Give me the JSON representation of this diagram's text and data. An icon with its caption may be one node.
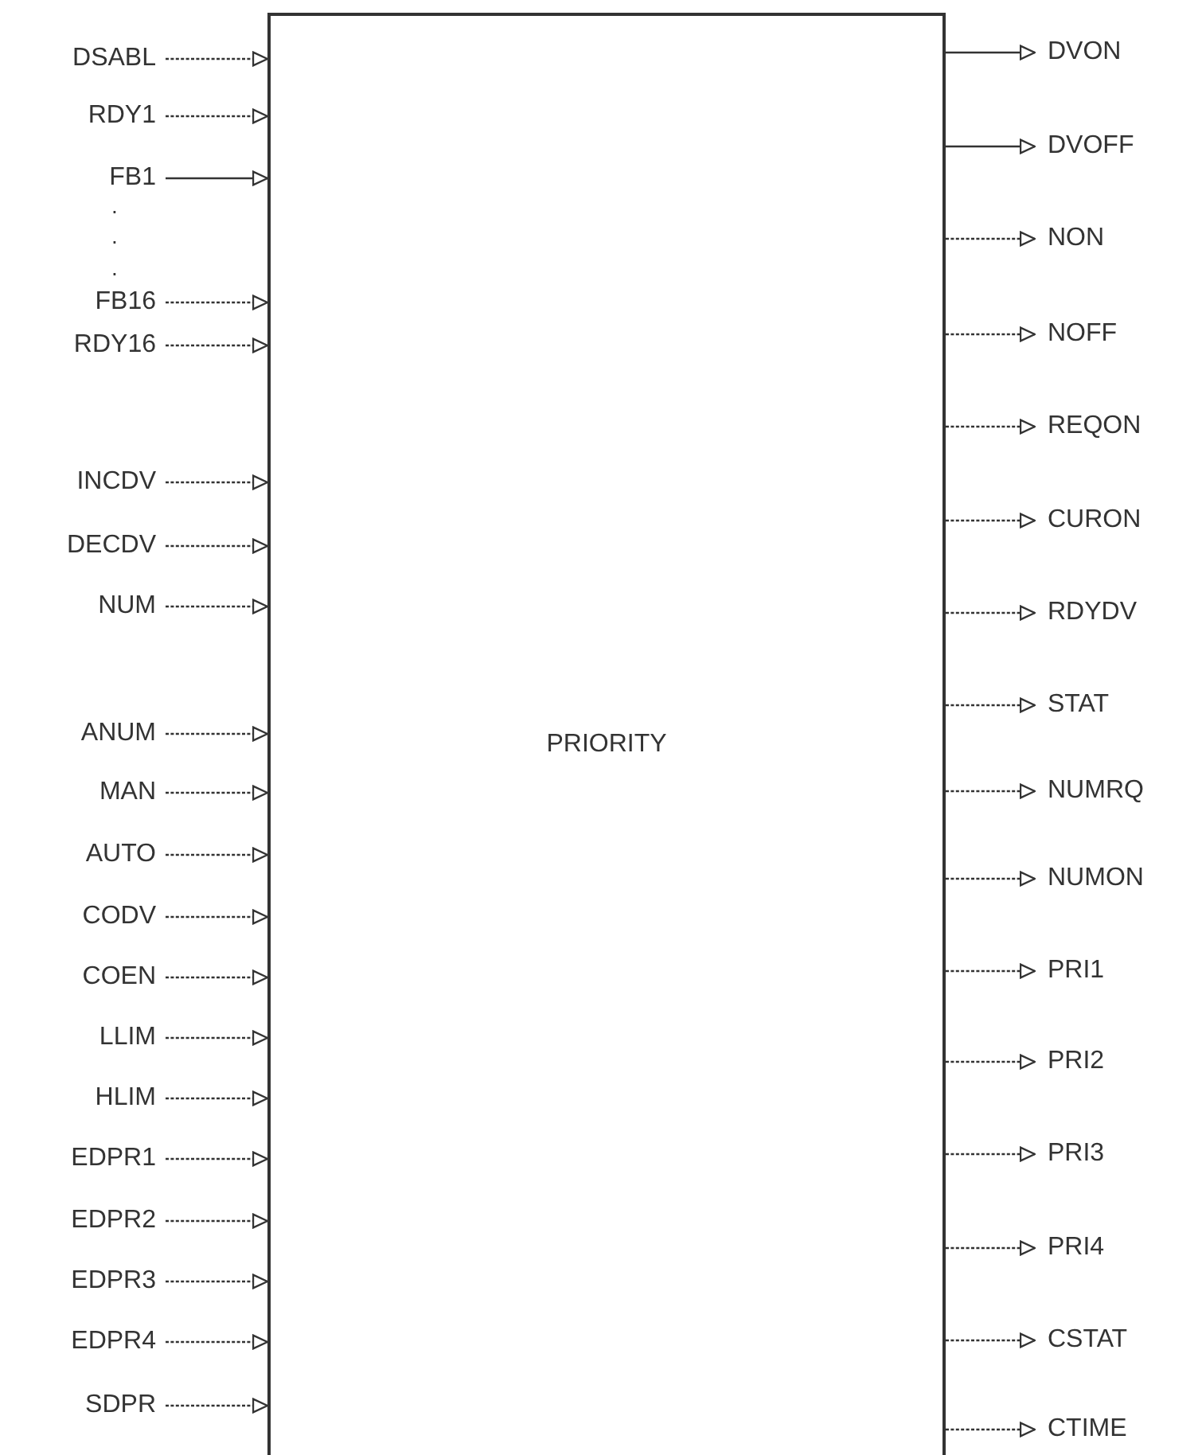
{
  "diagram": {
    "nodes": [
      {
        "text": [
          "PRIORITY"
        ]
      },
      {
        "text": [
          "DSABL"
        ]
      },
      {
        "text": [
          "RDY1"
        ]
      },
      {
        "text": [
          "FB1"
        ]
      },
      {
        "text": [
          "FB16"
        ]
      },
      {
        "text": [
          "RDY16"
        ]
      },
      {
        "text": [
          "INCDV"
        ]
      },
      {
        "text": [
          "DECDV"
        ]
      },
      {
        "text": [
          "NUM"
        ]
      },
      {
        "text": [
          "ANUM"
        ]
      },
      {
        "text": [
          "MAN"
        ]
      },
      {
        "text": [
          "AUTO"
        ]
      },
      {
        "text": [
          "CODV"
        ]
      },
      {
        "text": [
          "COEN"
        ]
      },
      {
        "text": [
          "LLIM"
        ]
      },
      {
        "text": [
          "HLIM"
        ]
      },
      {
        "text": [
          "EDPR1"
        ]
      },
      {
        "text": [
          "EDPR2"
        ]
      },
      {
        "text": [
          "EDPR3"
        ]
      },
      {
        "text": [
          "EDPR4"
        ]
      },
      {
        "text": [
          "SDPR"
        ]
      },
      {
        "text": [
          "DVON"
        ]
      },
      {
        "text": [
          "DVOFF"
        ]
      },
      {
        "text": [
          "NON"
        ]
      },
      {
        "text": [
          "NOFF"
        ]
      },
      {
        "text": [
          "REQON"
        ]
      },
      {
        "text": [
          "CURON"
        ]
      },
      {
        "text": [
          "RDYDV"
        ]
      },
      {
        "text": [
          "STAT"
        ]
      },
      {
        "text": [
          "NUMRQ"
        ]
      },
      {
        "text": [
          "NUMON"
        ]
      },
      {
        "text": [
          "PRI1"
        ]
      },
      {
        "text": [
          "PRI2"
        ]
      },
      {
        "text": [
          "PRI3"
        ]
      },
      {
        "text": [
          "PRI4"
        ]
      },
      {
        "text": [
          "CSTAT"
        ]
      },
      {
        "text": [
          "CTIME"
        ]
      }
    ],
    "edges": [
      {
        "from": 1,
        "to": 0,
        "arrow": "to",
        "style": "dashed"
      },
      {
        "from": 2,
        "to": 0,
        "arrow": "to",
        "style": "dashed"
      },
      {
        "from": 3,
        "to": 0,
        "arrow": "to"
      },
      {
        "from": 4,
        "to": 0,
        "arrow": "to",
        "style": "dashed"
      },
      {
        "from": 5,
        "to": 0,
        "arrow": "to",
        "style": "dashed"
      },
      {
        "from": 6,
        "to": 0,
        "arrow": "to",
        "style": "dashed"
      },
      {
        "from": 7,
        "to": 0,
        "arrow": "to",
        "style": "dashed"
      },
      {
        "from": 8,
        "to": 0,
        "arrow": "to",
        "style": "dashed"
      },
      {
        "from": 9,
        "to": 0,
        "arrow": "to",
        "style": "dashed"
      },
      {
        "from": 10,
        "to": 0,
        "arrow": "to",
        "style": "dashed"
      },
      {
        "from": 11,
        "to": 0,
        "arrow": "to",
        "style": "dashed"
      },
      {
        "from": 12,
        "to": 0,
        "arrow": "to",
        "style": "dashed"
      },
      {
        "from": 13,
        "to": 0,
        "arrow": "to",
        "style": "dashed"
      },
      {
        "from": 14,
        "to": 0,
        "arrow": "to",
        "style": "dashed"
      },
      {
        "from": 15,
        "to": 0,
        "arrow": "to",
        "style": "dashed"
      },
      {
        "from": 16,
        "to": 0,
        "arrow": "to",
        "style": "dashed"
      },
      {
        "from": 17,
        "to": 0,
        "arrow": "to",
        "style": "dashed"
      },
      {
        "from": 18,
        "to": 0,
        "arrow": "to",
        "style": "dashed"
      },
      {
        "from": 19,
        "to": 0,
        "arrow": "to",
        "style": "dashed"
      },
      {
        "from": 20,
        "to": 0,
        "arrow": "to",
        "style": "dashed"
      },
      {
        "from": 0,
        "to": 21,
        "arrow": "to"
      },
      {
        "from": 0,
        "to": 22,
        "arrow": "to"
      },
      {
        "from": 0,
        "to": 23,
        "arrow": "to",
        "style": "dashed"
      },
      {
        "from": 0,
        "to": 24,
        "arrow": "to",
        "style": "dashed"
      },
      {
        "from": 0,
        "to": 25,
        "arrow": "to",
        "style": "dashed"
      },
      {
        "from": 0,
        "to": 26,
        "arrow": "to",
        "style": "dashed"
      },
      {
        "from": 0,
        "to": 27,
        "arrow": "to",
        "style": "dashed"
      },
      {
        "from": 0,
        "to": 28,
        "arrow": "to",
        "style": "dashed"
      },
      {
        "from": 0,
        "to": 29,
        "arrow": "to",
        "style": "dashed"
      },
      {
        "from": 0,
        "to": 30,
        "arrow": "to",
        "style": "dashed"
      },
      {
        "from": 0,
        "to": 31,
        "arrow": "to",
        "style": "dashed"
      },
      {
        "from": 0,
        "to": 32,
        "arrow": "to",
        "style": "dashed"
      },
      {
        "from": 0,
        "to": 33,
        "arrow": "to",
        "style": "dashed"
      },
      {
        "from": 0,
        "to": 34,
        "arrow": "to",
        "style": "dashed"
      },
      {
        "from": 0,
        "to": 35,
        "arrow": "to",
        "style": "dashed"
      },
      {
        "from": 0,
        "to": 36,
        "arrow": "to",
        "style": "dashed"
      }
    ],
    "labels": [
      ".",
      ".",
      "."
    ]
  }
}
